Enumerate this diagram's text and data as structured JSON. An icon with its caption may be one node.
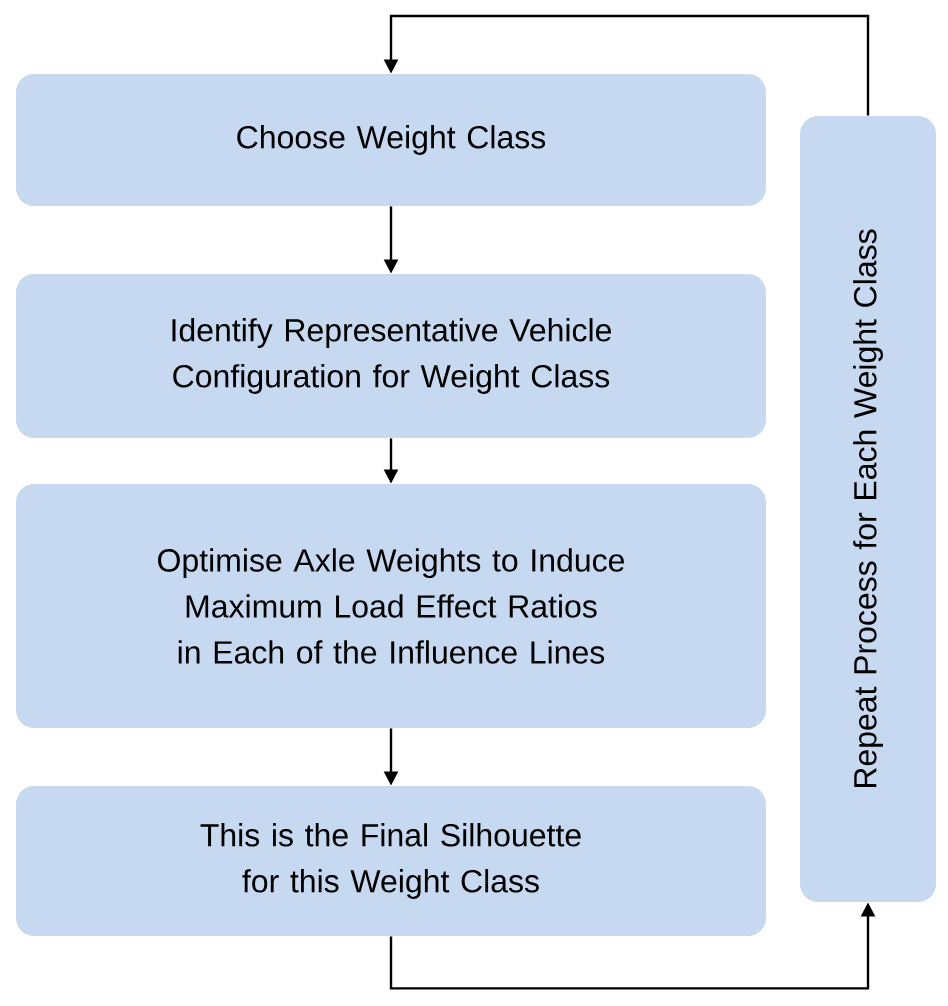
{
  "diagram": {
    "nodes": [
      {
        "text": [
          "Choose Weight Class"
        ]
      },
      {
        "text": [
          "Identify Representative Vehicle Configuration for Weight Class"
        ]
      },
      {
        "text": [
          "Optimise Axle Weights to Induce Maximum Load Effect Ratios in Each of the Influence Lines"
        ]
      },
      {
        "text": [
          "This is the Final Silhouette for this Weight Class"
        ]
      },
      {
        "text": [
          "Repeat Process for Each Weight Class"
        ]
      }
    ],
    "edges": [
      {
        "from": 0,
        "to": 1,
        "arrow": "to"
      },
      {
        "from": 1,
        "to": 2,
        "arrow": "to"
      },
      {
        "from": 2,
        "to": 3,
        "arrow": "to"
      },
      {
        "from": 3,
        "to": 4,
        "arrow": "to"
      },
      {
        "from": 4,
        "to": 0,
        "arrow": "to"
      }
    ]
  }
}
